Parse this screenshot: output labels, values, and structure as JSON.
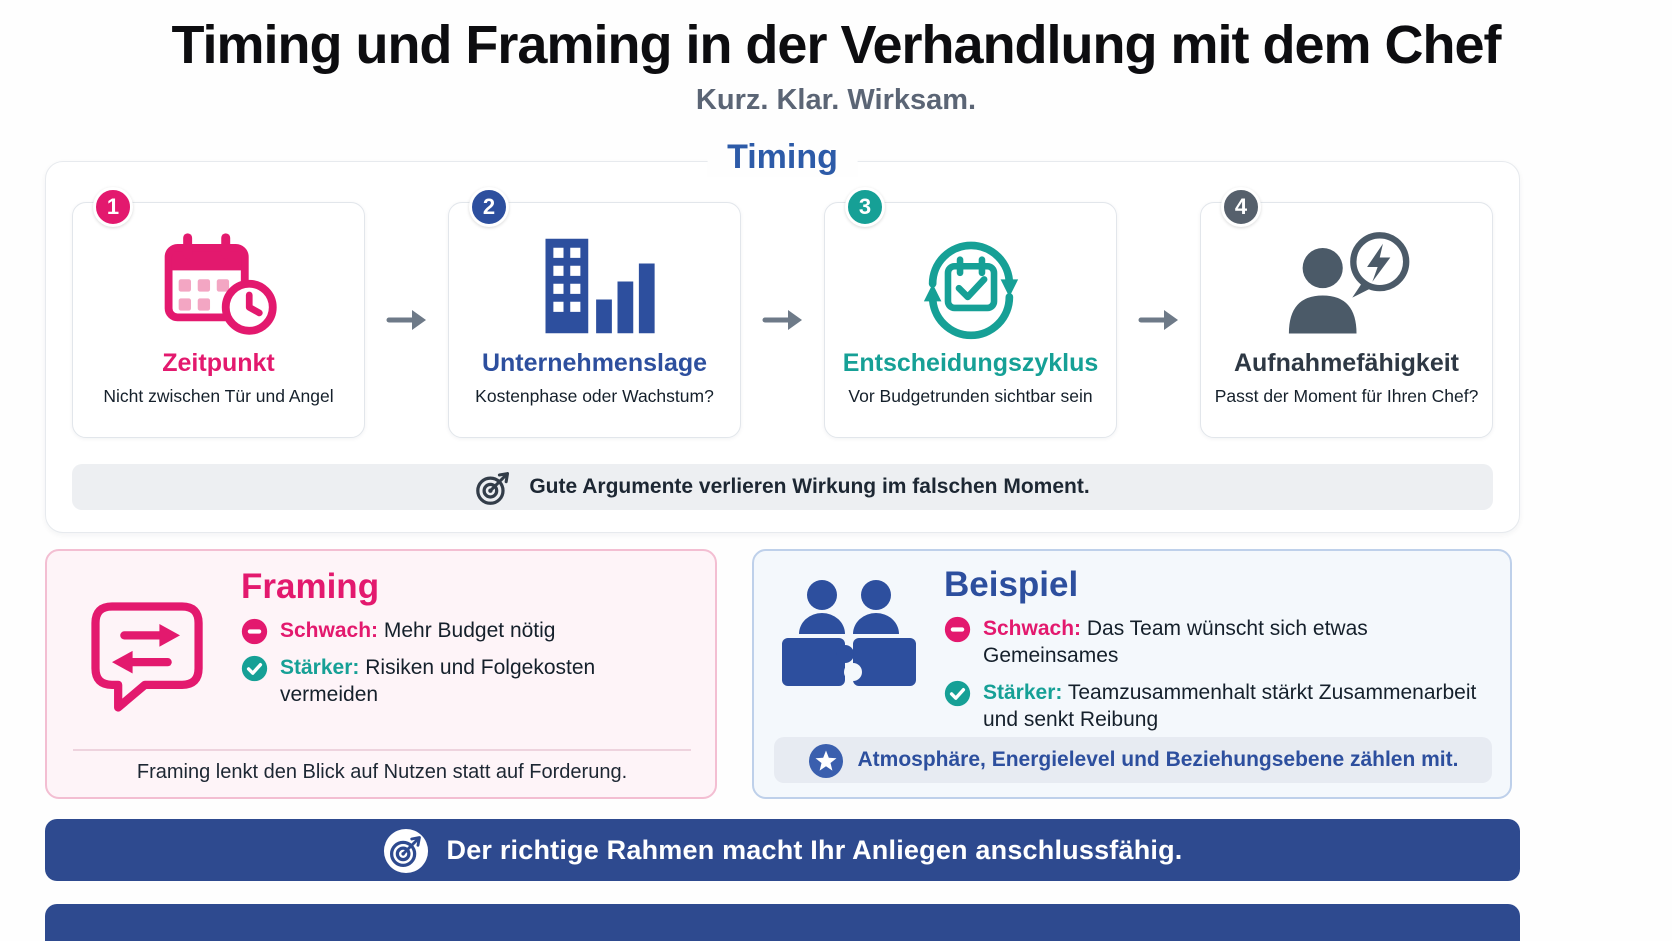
{
  "header": {
    "title": "Timing und Framing in der Verhandlung mit dem Chef",
    "subtitle": "Kurz. Klar. Wirksam."
  },
  "timing": {
    "heading": "Timing",
    "steps": [
      {
        "number": "1",
        "title": "Zeitpunkt",
        "subtitle": "Nicht zwischen Tür und Angel",
        "accent": "#e3196e",
        "icon": "calendar-clock-icon"
      },
      {
        "number": "2",
        "title": "Unternehmenslage",
        "subtitle": "Kostenphase oder Wachstum?",
        "accent": "#2d4f9e",
        "icon": "building-chart-icon"
      },
      {
        "number": "3",
        "title": "Entscheidungszyklus",
        "subtitle": "Vor Budgetrunden sichtbar sein",
        "accent": "#16a096",
        "icon": "calendar-cycle-icon"
      },
      {
        "number": "4",
        "title": "Aufnahmefähigkeit",
        "subtitle": "Passt der Moment für Ihren Chef?",
        "accent": "#4b5a68",
        "icon": "person-speech-bolt-icon"
      }
    ],
    "note": "Gute Argumente verlieren Wirkung im falschen Moment."
  },
  "framing": {
    "heading": "Framing",
    "weak_label": "Schwach:",
    "weak_text": "Mehr Budget nötig",
    "strong_label": "Stärker:",
    "strong_text": "Risiken und Folgekosten vermeiden",
    "footer": "Framing lenkt den Blick auf Nutzen statt auf Forderung.",
    "icon": "chat-swap-icon"
  },
  "example": {
    "heading": "Beispiel",
    "weak_label": "Schwach:",
    "weak_text": "Das Team wünscht sich etwas Gemeinsames",
    "strong_label": "Stärker:",
    "strong_text": "Teamzusammenhalt stärkt Zusammenarbeit und senkt Reibung",
    "note": "Atmosphäre, Energielevel und Beziehungsebene zählen mit.",
    "icon": "people-puzzle-icon"
  },
  "banner": {
    "text": "Der richtige Rahmen macht Ihr Anliegen anschlussfähig.",
    "icon": "target-badge-icon"
  },
  "colors": {
    "pink": "#e3196e",
    "blue": "#2d4f9e",
    "teal": "#16a096",
    "slate": "#4b5a68",
    "banner_blue": "#2e4a8f",
    "heading_blue": "#2d5ba8"
  }
}
